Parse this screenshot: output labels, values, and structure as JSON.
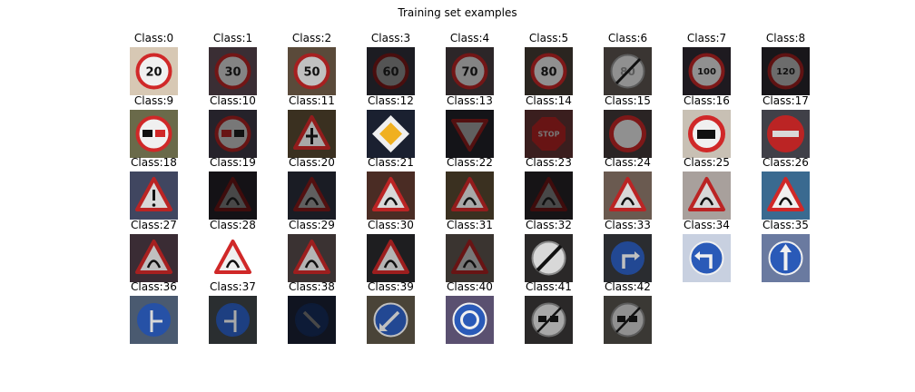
{
  "figure": {
    "title": "Training set examples"
  },
  "examples": [
    {
      "label": "Class:0",
      "sign": "speed-limit-20",
      "bg": "#d7c8b4",
      "brightness": 1.0
    },
    {
      "label": "Class:1",
      "sign": "speed-limit-30",
      "bg": "#3a2e34",
      "brightness": 0.55
    },
    {
      "label": "Class:2",
      "sign": "speed-limit-50",
      "bg": "#5a4a3a",
      "brightness": 0.8
    },
    {
      "label": "Class:3",
      "sign": "speed-limit-60",
      "bg": "#1c1c22",
      "brightness": 0.35
    },
    {
      "label": "Class:4",
      "sign": "speed-limit-70",
      "bg": "#2c2628",
      "brightness": 0.55
    },
    {
      "label": "Class:5",
      "sign": "speed-limit-80",
      "bg": "#2a2520",
      "brightness": 0.6
    },
    {
      "label": "Class:6",
      "sign": "end-speed-limit-80",
      "bg": "#3a3532",
      "brightness": 0.6
    },
    {
      "label": "Class:7",
      "sign": "speed-limit-100",
      "bg": "#1e1a20",
      "brightness": 0.6
    },
    {
      "label": "Class:8",
      "sign": "speed-limit-120",
      "bg": "#18161a",
      "brightness": 0.45
    },
    {
      "label": "Class:9",
      "sign": "no-passing",
      "bg": "#6a6a4a",
      "brightness": 1.0
    },
    {
      "label": "Class:10",
      "sign": "no-passing-trucks",
      "bg": "#25222a",
      "brightness": 0.5
    },
    {
      "label": "Class:11",
      "sign": "right-of-way",
      "bg": "#3a3020",
      "brightness": 0.7
    },
    {
      "label": "Class:12",
      "sign": "priority-road",
      "bg": "#1a2030",
      "brightness": 1.0
    },
    {
      "label": "Class:13",
      "sign": "yield",
      "bg": "#141418",
      "brightness": 0.4
    },
    {
      "label": "Class:14",
      "sign": "stop",
      "bg": "#3a1e1e",
      "brightness": 0.5
    },
    {
      "label": "Class:15",
      "sign": "no-vehicles",
      "bg": "#2a2424",
      "brightness": 0.6
    },
    {
      "label": "Class:16",
      "sign": "no-trucks",
      "bg": "#c8c0b4",
      "brightness": 1.0
    },
    {
      "label": "Class:17",
      "sign": "no-entry",
      "bg": "#404048",
      "brightness": 0.9
    },
    {
      "label": "Class:18",
      "sign": "general-caution",
      "bg": "#404660",
      "brightness": 0.9
    },
    {
      "label": "Class:19",
      "sign": "curve-left",
      "bg": "#141216",
      "brightness": 0.3
    },
    {
      "label": "Class:20",
      "sign": "curve-right",
      "bg": "#1a1c24",
      "brightness": 0.4
    },
    {
      "label": "Class:21",
      "sign": "double-curve",
      "bg": "#4a2c24",
      "brightness": 0.9
    },
    {
      "label": "Class:22",
      "sign": "bumpy-road",
      "bg": "#3a3020",
      "brightness": 0.7
    },
    {
      "label": "Class:23",
      "sign": "slippery-road",
      "bg": "#161416",
      "brightness": 0.3
    },
    {
      "label": "Class:24",
      "sign": "road-narrows",
      "bg": "#6a5a50",
      "brightness": 0.9
    },
    {
      "label": "Class:25",
      "sign": "road-work",
      "bg": "#a8a09c",
      "brightness": 0.9
    },
    {
      "label": "Class:26",
      "sign": "traffic-signals",
      "bg": "#3a6a90",
      "brightness": 1.0
    },
    {
      "label": "Class:27",
      "sign": "pedestrians",
      "bg": "#3a2c34",
      "brightness": 0.8
    },
    {
      "label": "Class:28",
      "sign": "children-crossing",
      "bg": "#ffffff",
      "brightness": 1.0
    },
    {
      "label": "Class:29",
      "sign": "bicycles",
      "bg": "#3a3232",
      "brightness": 0.75
    },
    {
      "label": "Class:30",
      "sign": "ice-snow",
      "bg": "#1e1e20",
      "brightness": 0.75
    },
    {
      "label": "Class:31",
      "sign": "wild-animals",
      "bg": "#3a3430",
      "brightness": 0.5
    },
    {
      "label": "Class:32",
      "sign": "end-all-limits",
      "bg": "#2a2828",
      "brightness": 0.9
    },
    {
      "label": "Class:33",
      "sign": "turn-right",
      "bg": "#2a2c30",
      "brightness": 0.8
    },
    {
      "label": "Class:34",
      "sign": "turn-left",
      "bg": "#c8d0e0",
      "brightness": 1.0
    },
    {
      "label": "Class:35",
      "sign": "ahead-only",
      "bg": "#6a7aa0",
      "brightness": 1.0
    },
    {
      "label": "Class:36",
      "sign": "straight-or-right",
      "bg": "#4a5a70",
      "brightness": 0.9
    },
    {
      "label": "Class:37",
      "sign": "straight-or-left",
      "bg": "#2a2e30",
      "brightness": 0.7
    },
    {
      "label": "Class:38",
      "sign": "keep-right",
      "bg": "#101420",
      "brightness": 0.3
    },
    {
      "label": "Class:39",
      "sign": "keep-left",
      "bg": "#4a4438",
      "brightness": 0.8
    },
    {
      "label": "Class:40",
      "sign": "roundabout",
      "bg": "#5a5070",
      "brightness": 1.0
    },
    {
      "label": "Class:41",
      "sign": "end-no-passing",
      "bg": "#2a2828",
      "brightness": 0.7
    },
    {
      "label": "Class:42",
      "sign": "end-no-passing-trucks",
      "bg": "#3a3834",
      "brightness": 0.6
    }
  ]
}
